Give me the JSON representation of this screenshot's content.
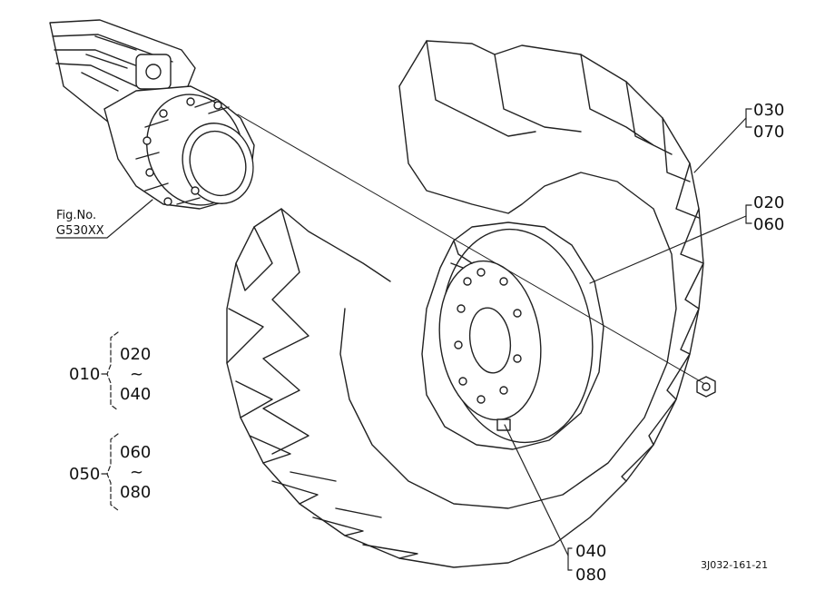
{
  "figure": {
    "code": "3J032-161-21",
    "ref_fig": {
      "line1": "Fig.No.",
      "line2": "G530XX"
    }
  },
  "callouts": {
    "tire_a": "030",
    "tire_b": "070",
    "rim_a": "020",
    "rim_b": "060",
    "valve_a": "040",
    "valve_b": "080"
  },
  "assemblies": [
    {
      "parent": "010",
      "from": "020",
      "tilde": "~",
      "to": "040"
    },
    {
      "parent": "050",
      "from": "060",
      "tilde": "~",
      "to": "080"
    }
  ]
}
